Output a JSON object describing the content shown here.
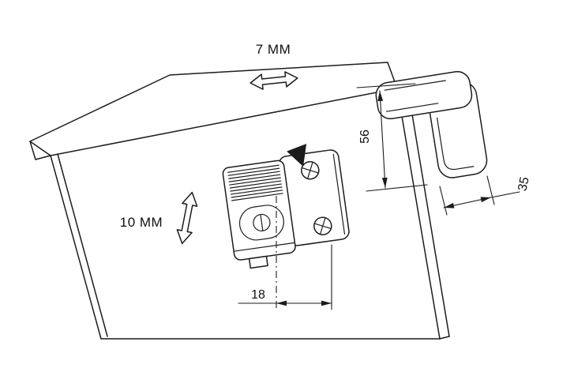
{
  "diagram": {
    "background_color": "#ffffff",
    "line_color": "#1c1c1c",
    "labels": {
      "horizontal_adjustment": "7 MM",
      "vertical_adjustment": "10 MM"
    },
    "dimensions": {
      "hook_height": "56",
      "hook_depth": "35",
      "cam_offset": "18"
    }
  }
}
